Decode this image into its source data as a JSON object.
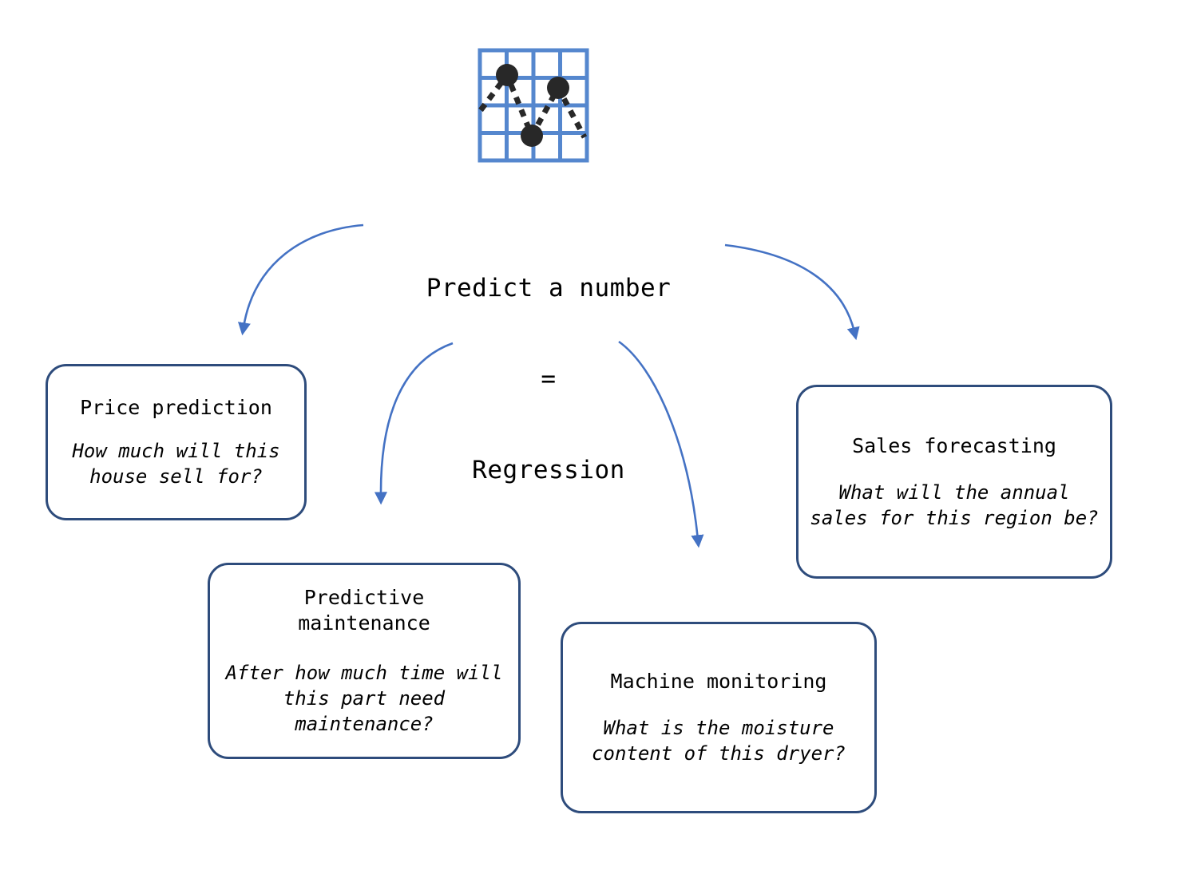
{
  "icon": {
    "name": "regression-scatter-grid-icon",
    "grid_color": "#5587CE",
    "dot_color": "#282828",
    "grid_divisions": 4,
    "points": 3
  },
  "center": {
    "line1": "Predict a number",
    "line2": "=",
    "line3": "Regression"
  },
  "colors": {
    "arrow": "#4472C4",
    "box_border": "#2E4C7C",
    "text": "#000000",
    "background": "#FFFFFF"
  },
  "boxes": [
    {
      "id": "price-prediction",
      "title": "Price prediction",
      "question": "How much will this house sell for?"
    },
    {
      "id": "predictive-maintenance",
      "title": "Predictive\nmaintenance",
      "question": "After how much time will this part need maintenance?"
    },
    {
      "id": "machine-monitoring",
      "title": "Machine monitoring",
      "question": "What is the moisture content of this dryer?"
    },
    {
      "id": "sales-forecasting",
      "title": "Sales forecasting",
      "question": "What will the annual sales for this region be?"
    }
  ],
  "arrows": [
    {
      "name": "arrow-to-price-prediction",
      "from": "center",
      "to": "price-prediction"
    },
    {
      "name": "arrow-to-predictive-maintenance",
      "from": "center",
      "to": "predictive-maintenance"
    },
    {
      "name": "arrow-to-machine-monitoring",
      "from": "center",
      "to": "machine-monitoring"
    },
    {
      "name": "arrow-to-sales-forecasting",
      "from": "center",
      "to": "sales-forecasting"
    }
  ]
}
